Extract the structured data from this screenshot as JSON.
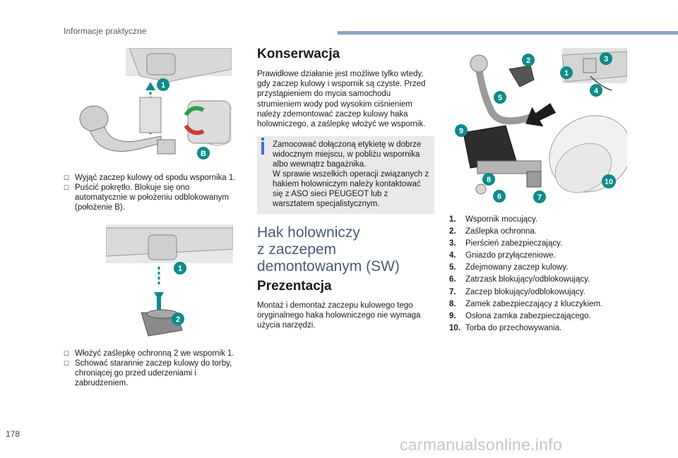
{
  "header": {
    "section_title": "Informacje praktyczne"
  },
  "figure1": {
    "callout_1": "1",
    "callout_b": "B"
  },
  "steps_remove": [
    {
      "marker": "",
      "text": "Wyjąć zaczep kulowy od spodu wspornika 1."
    },
    {
      "marker": "",
      "text": "Puścić pokrętło. Blokuje się ono automatycznie w położeniu odblokowanym (położenie B)."
    }
  ],
  "figure2": {
    "callout_1": "1",
    "callout_2": "2"
  },
  "steps_store": [
    {
      "marker": "",
      "text": "Włożyć zaślepkę ochronną 2 we wspornik 1."
    },
    {
      "marker": "",
      "text": "Schować starannie zaczep kulowy do torby, chroniącej go przed uderzeniami i zabrudzeniem."
    }
  ],
  "maintenance": {
    "title": "Konserwacja",
    "body": "Prawidłowe działanie jest możliwe tylko wtedy, gdy zaczep kulowy i wspornik są czyste. Przed przystąpieniem do mycia samochodu strumieniem wody pod wysokim ciśnieniem należy zdemontować zaczep kulowy haka holowniczego, a zaślepkę włożyć we wspornik.",
    "note": "Zamocować dołączoną etykietę w dobrze widocznym miejscu, w pobliżu wspornika albo wewnątrz bagażnika.\nW sprawie wszelkich operacji związanych z hakiem holowniczym należy kontaktować się z ASO sieci PEUGEOT lub z warsztatem specjalistycznym."
  },
  "towbar": {
    "title": "Hak holowniczy\nz zaczepem\ndemontowanym (SW)",
    "subtitle": "Prezentacja",
    "body": "Montaż i demontaż zaczepu kulowego tego oryginalnego haka holowniczego nie wymaga użycia narzędzi."
  },
  "figure3": {
    "callouts": [
      "1",
      "2",
      "3",
      "4",
      "5",
      "6",
      "7",
      "8",
      "9",
      "10"
    ]
  },
  "parts": [
    {
      "num": "1.",
      "label": "Wspornik mocujący."
    },
    {
      "num": "2.",
      "label": "Zaślepka ochronna."
    },
    {
      "num": "3.",
      "label": "Pierścień zabezpieczający."
    },
    {
      "num": "4.",
      "label": "Gniazdo przyłączeniowe."
    },
    {
      "num": "5.",
      "label": "Zdejmowany zaczep kulowy."
    },
    {
      "num": "6.",
      "label": "Zatrzask blokujący/odblokowujący."
    },
    {
      "num": "7.",
      "label": "Zaczep blokujący/odblokowujący."
    },
    {
      "num": "8.",
      "label": "Zamek zabezpieczający z kluczykiem."
    },
    {
      "num": "9.",
      "label": "Osłona zamka zabezpieczającego."
    },
    {
      "num": "10.",
      "label": "Torba do przechowywania."
    }
  ],
  "footer": {
    "page_number": "178",
    "watermark": "carmanualsonline.info"
  },
  "colors": {
    "accent": "#0f8a8a",
    "header_bar": "#8aa1c8",
    "note_bg": "#e9e9e9",
    "note_icon": "#3d6bd0"
  }
}
